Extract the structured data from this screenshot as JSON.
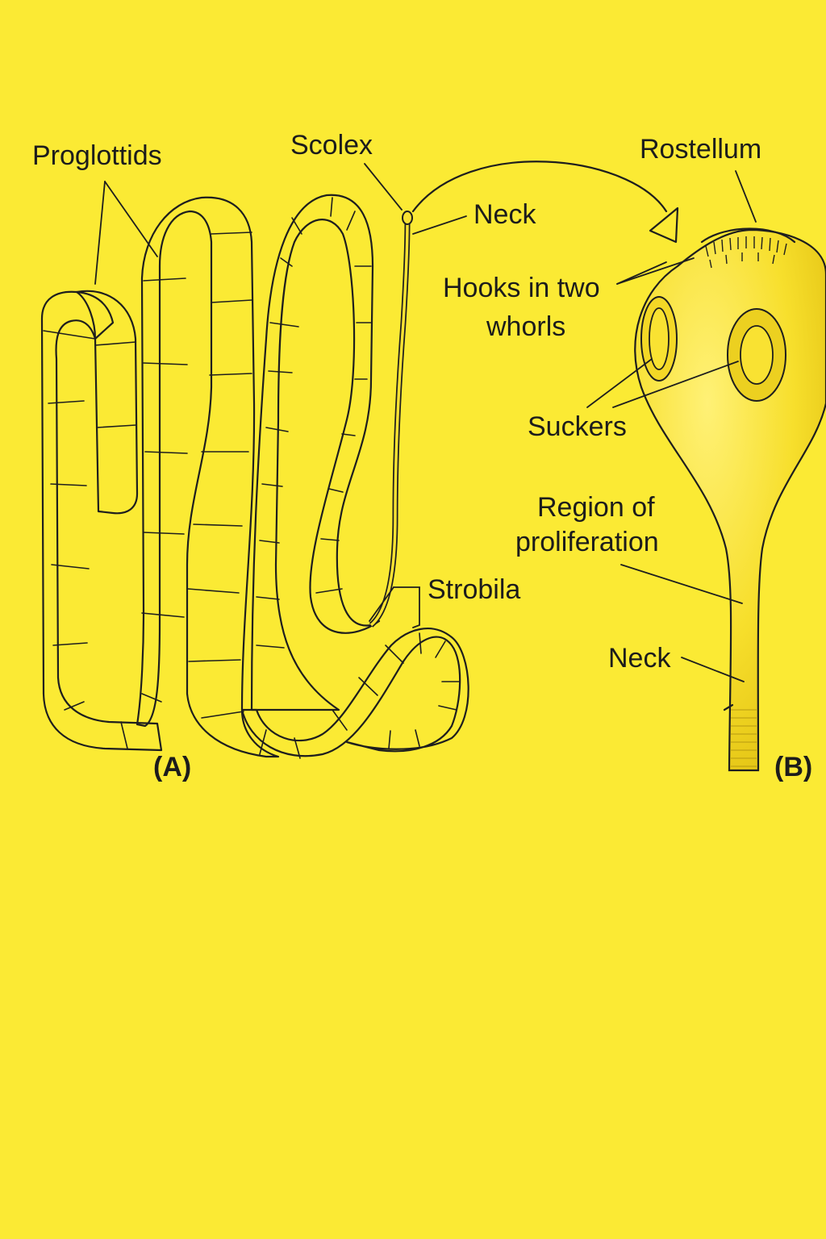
{
  "colors": {
    "background": "#fbea34",
    "body_fill": "#f9e232",
    "body_shade": "#e9cb1a",
    "ink": "#1e1e1e"
  },
  "labels": {
    "proglottids": "Proglottids",
    "scolex": "Scolex",
    "neck_a": "Neck",
    "strobila": "Strobila",
    "panel_a": "(A)",
    "rostellum": "Rostellum",
    "hooks_line1": "Hooks in two",
    "hooks_line2": "whorls",
    "suckers": "Suckers",
    "region_line1": "Region of",
    "region_line2": "proliferation",
    "neck_b": "Neck",
    "panel_b": "(B)"
  }
}
